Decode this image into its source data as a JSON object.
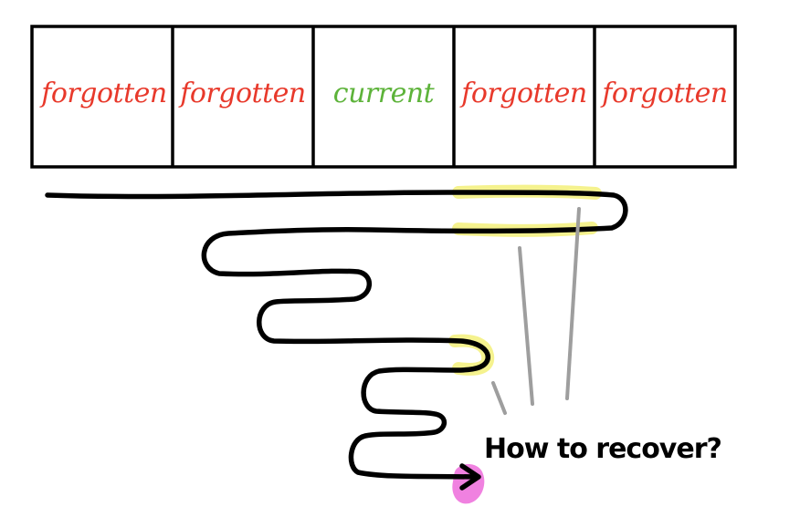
{
  "cells": [
    {
      "label": "forgotten",
      "state": "forgotten"
    },
    {
      "label": "forgotten",
      "state": "forgotten"
    },
    {
      "label": "current",
      "state": "current"
    },
    {
      "label": "forgotten",
      "state": "forgotten"
    },
    {
      "label": "forgotten",
      "state": "forgotten"
    }
  ],
  "question": "How to recover?",
  "colors": {
    "forgotten": "#e8392b",
    "current": "#5db33a",
    "stroke": "#000000",
    "highlight": "#f3f07a",
    "pointer": "#9e9e9e",
    "endpoint": "#f081e0"
  }
}
